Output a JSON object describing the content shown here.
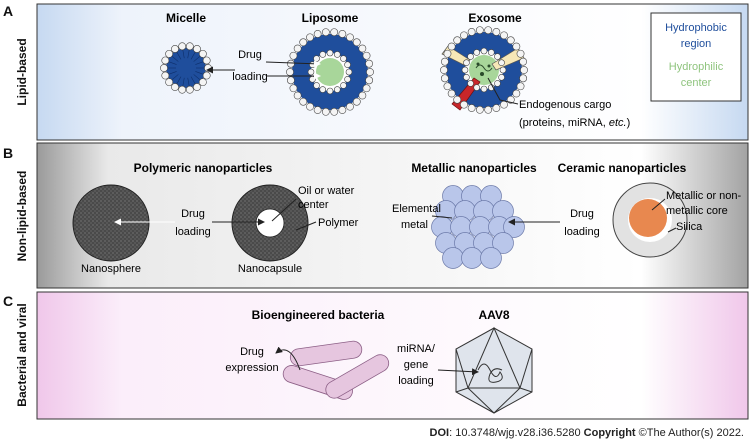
{
  "panels": {
    "a": {
      "letter": "A",
      "side_label": "Lipid-based",
      "micelle_title": "Micelle",
      "liposome_title": "Liposome",
      "exosome_title": "Exosome",
      "drug_loading_1": "Drug",
      "drug_loading_2": "loading",
      "legend_hydrophobic_1": "Hydrophobic",
      "legend_hydrophobic_2": "region",
      "legend_hydrophilic_1": "Hydrophilic",
      "legend_hydrophilic_2": "center",
      "cargo_line1": "Endogenous cargo",
      "cargo_line2_prefix": "(proteins, miRNA, ",
      "cargo_line2_etc": "etc.",
      "cargo_line2_suffix": ")"
    },
    "b": {
      "letter": "B",
      "side_label": "Non-lipid-based",
      "polymeric_title": "Polymeric nanoparticles",
      "metallic_title": "Metallic nanoparticles",
      "ceramic_title": "Ceramic nanoparticles",
      "drug_loading_1": "Drug",
      "drug_loading_2": "loading",
      "nanosphere": "Nanosphere",
      "nanocapsule": "Nanocapsule",
      "oil_water_1": "Oil or water",
      "oil_water_2": "center",
      "polymer": "Polymer",
      "elemental_1": "Elemental",
      "elemental_2": "metal",
      "metal_drug_1": "Drug",
      "metal_drug_2": "loading",
      "core_1": "Metallic or non-",
      "core_2": "metallic core",
      "silica": "Silica"
    },
    "c": {
      "letter": "C",
      "side_label": "Bacterial and viral",
      "bacteria_title": "Bioengineered bacteria",
      "aav_title": "AAV8",
      "drug_expr_1": "Drug",
      "drug_expr_2": "expression",
      "mirna_1": "miRNA/",
      "mirna_2": "gene",
      "mirna_3": "loading"
    }
  },
  "footer": {
    "doi_label": "DOI",
    "doi_value": ": 10.3748/wjg.v28.i36.5280 ",
    "copyright_label": "Copyright",
    "copyright_value": " ©The Author(s) 2022."
  },
  "colors": {
    "hydrophobic_blue": "#1f4e9c",
    "hydrophilic_green": "#a8d69a",
    "panel_a_gradient": "#c6d9f1",
    "panel_b_gradient": "#9a9a9a",
    "panel_c_gradient": "#f3d3ee",
    "metal_ball": "#b9c6ea",
    "ceramic_core": "#e8884f",
    "bacteria": "#e6c6df"
  }
}
